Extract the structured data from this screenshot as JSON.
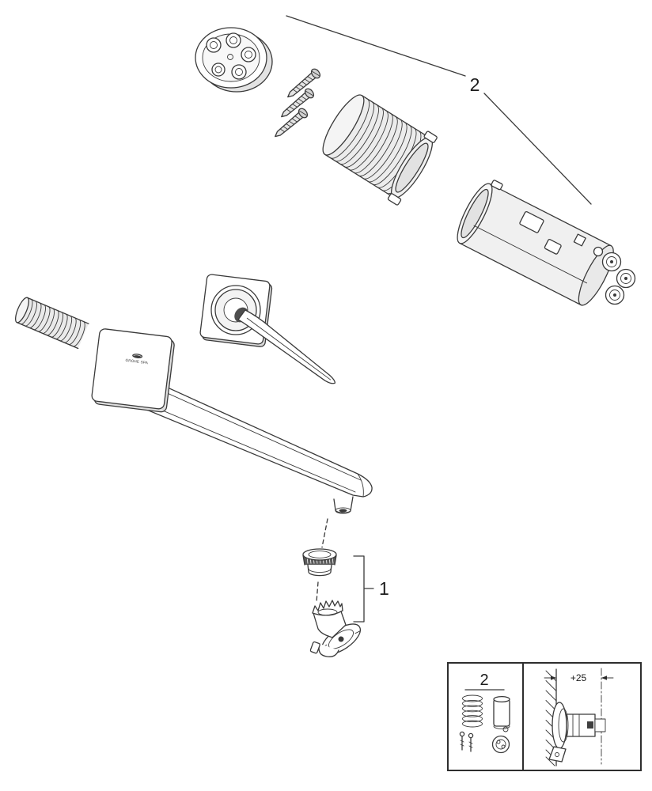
{
  "labels": {
    "assembly_group": "2",
    "spout_group": "1",
    "inset_heading": "2",
    "inset_dimension": "+25"
  },
  "branding": {
    "escutcheon_logo": "GROHE SPA"
  },
  "colors": {
    "background": "#ffffff",
    "line": "#3a3a3a",
    "shade_light": "#ececec",
    "shade_mid": "#d9d9d9",
    "shade_dark": "#5c5c5c"
  },
  "parts": [
    "cartridge-carrier-disc",
    "fixing-screws",
    "threaded-mounting-sleeve",
    "concealed-valve-body",
    "handle-escutcheon",
    "lever-handle",
    "spout-escutcheon",
    "wall-union-thread",
    "wall-spout",
    "mousseur-aerator",
    "spout-connector",
    "installation-detail-inset"
  ]
}
